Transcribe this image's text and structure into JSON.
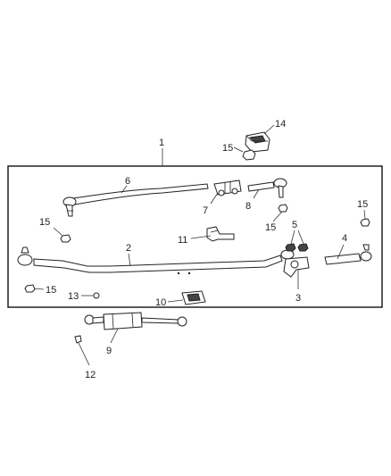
{
  "callouts": {
    "c1": "1",
    "c2": "2",
    "c3": "3",
    "c4": "4",
    "c5": "5",
    "c6": "6",
    "c7": "7",
    "c8": "8",
    "c9": "9",
    "c10": "10",
    "c11": "11",
    "c12": "12",
    "c13": "13",
    "c14": "14",
    "c15a": "15",
    "c15b": "15",
    "c15c": "15",
    "c15d": "15",
    "c15e": "15"
  }
}
